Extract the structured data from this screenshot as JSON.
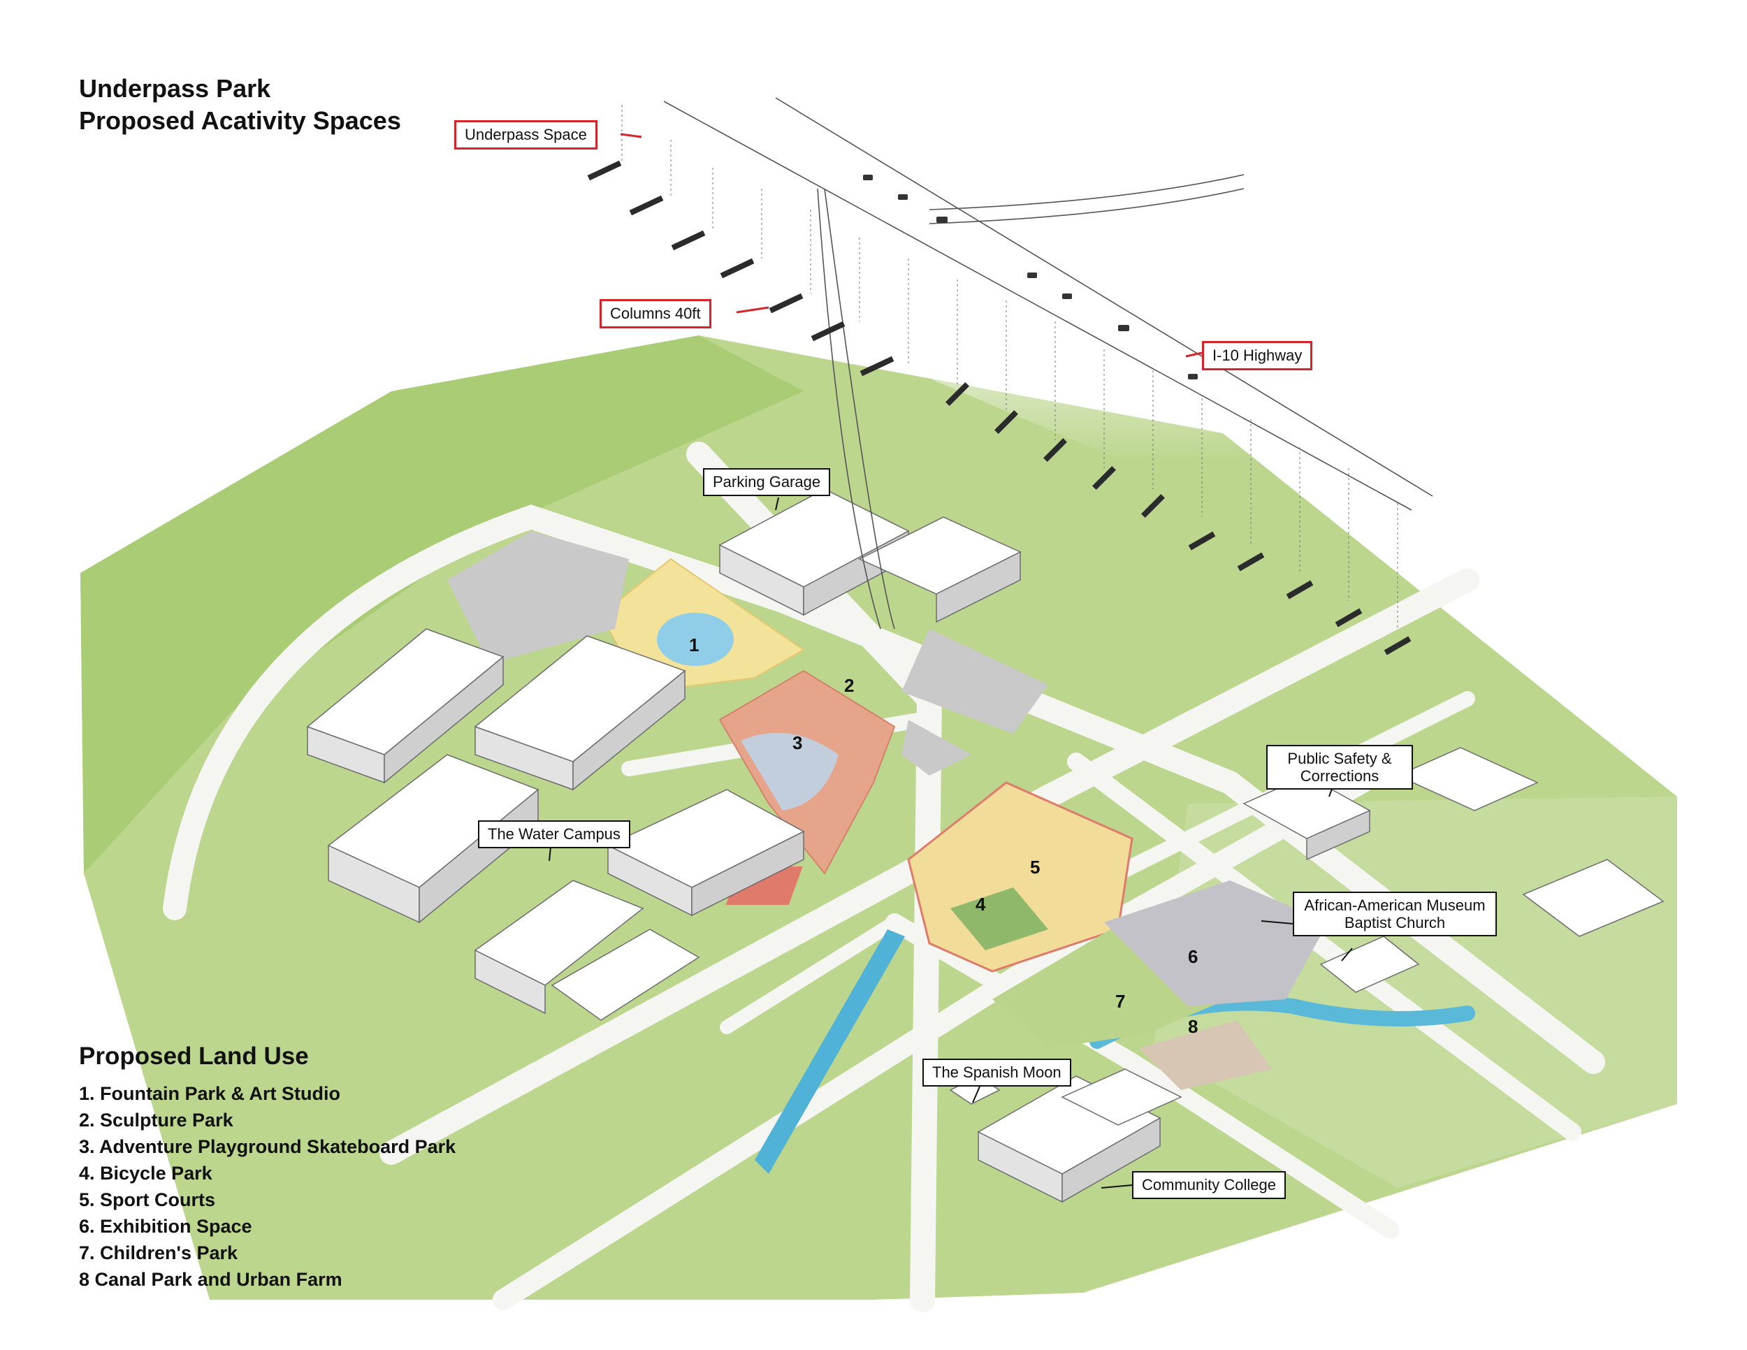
{
  "title_lines": [
    "Underpass Park",
    "Proposed Acativity Spaces"
  ],
  "callouts": {
    "underpass_space": "Underpass Space",
    "columns": "Columns  40ft",
    "highway": "I-10 Highway",
    "parking_garage": "Parking Garage",
    "public_safety": "Public Safety & Corrections",
    "water_campus": "The Water Campus",
    "museum": "African-American Museum Baptist Church",
    "spanish_moon": "The Spanish Moon",
    "community_college": "Community College"
  },
  "zone_numbers": [
    "1",
    "2",
    "3",
    "4",
    "5",
    "6",
    "7",
    "8"
  ],
  "legend": {
    "heading": "Proposed Land Use",
    "items": [
      "1. Fountain Park & Art Studio",
      "2. Sculpture Park",
      "3. Adventure Playground Skateboard Park",
      "4. Bicycle Park",
      "5. Sport Courts",
      "6. Exhibition Space",
      "7. Children's Park",
      "8 Canal Park and Urban Farm"
    ]
  },
  "colors": {
    "grass": "#b8d48a",
    "road": "#f4f4f2",
    "building": "#ffffff",
    "water": "#5ab8d8",
    "callout_red": "#d6252a",
    "park_red": "#e07a6a",
    "park_yellow": "#f2e29a"
  }
}
